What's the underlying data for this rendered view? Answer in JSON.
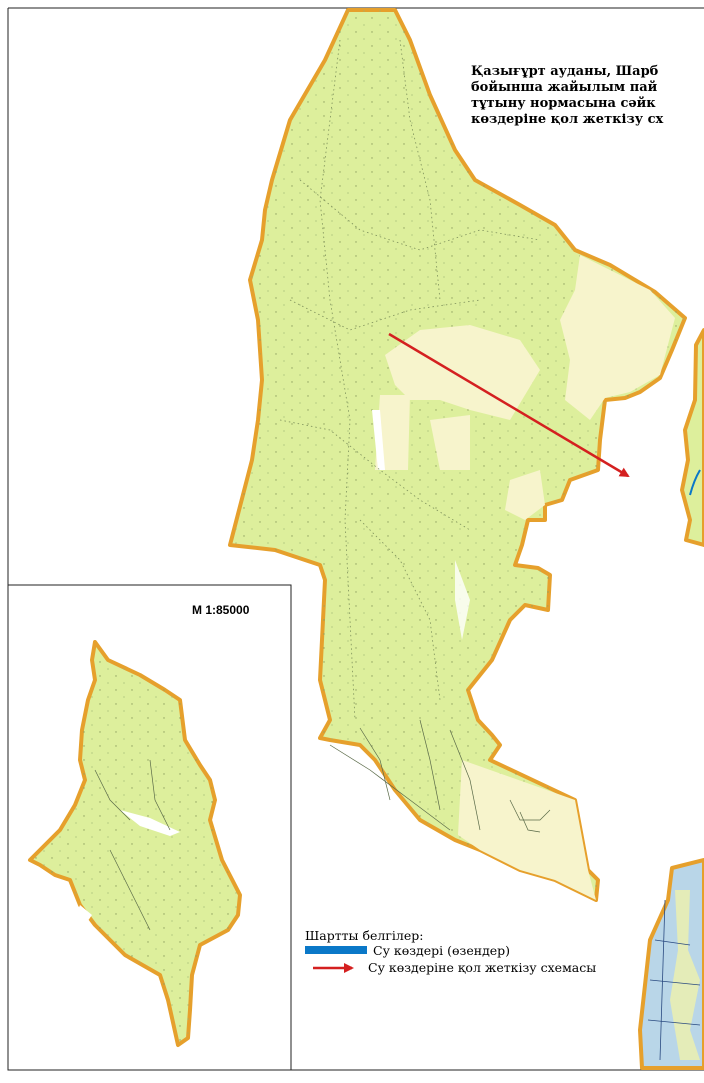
{
  "map": {
    "title_lines": [
      "Қазығұрт ауданы, Шарб",
      "бойынша жайылым пай",
      "тұтыну нормасына сәйк",
      "көздеріне қол жеткізу сх"
    ],
    "inset": {
      "scale": "М 1:85000"
    },
    "legend": {
      "heading": "Шартты белгілер:",
      "items": [
        {
          "label": "Су көздері (өзендер)",
          "symbol": "water-bar",
          "color": "#0a78c8"
        },
        {
          "label": "Су көздеріне қол жеткізу схемасы",
          "symbol": "red-arrow",
          "color": "#d42020"
        }
      ]
    },
    "colors": {
      "pasture_fill": "#ddef9c",
      "pale_fill": "#f7f4cc",
      "boundary": "#e6a02c",
      "arrow": "#d42020",
      "water": "#0a78c8",
      "frame": "#222222"
    }
  }
}
